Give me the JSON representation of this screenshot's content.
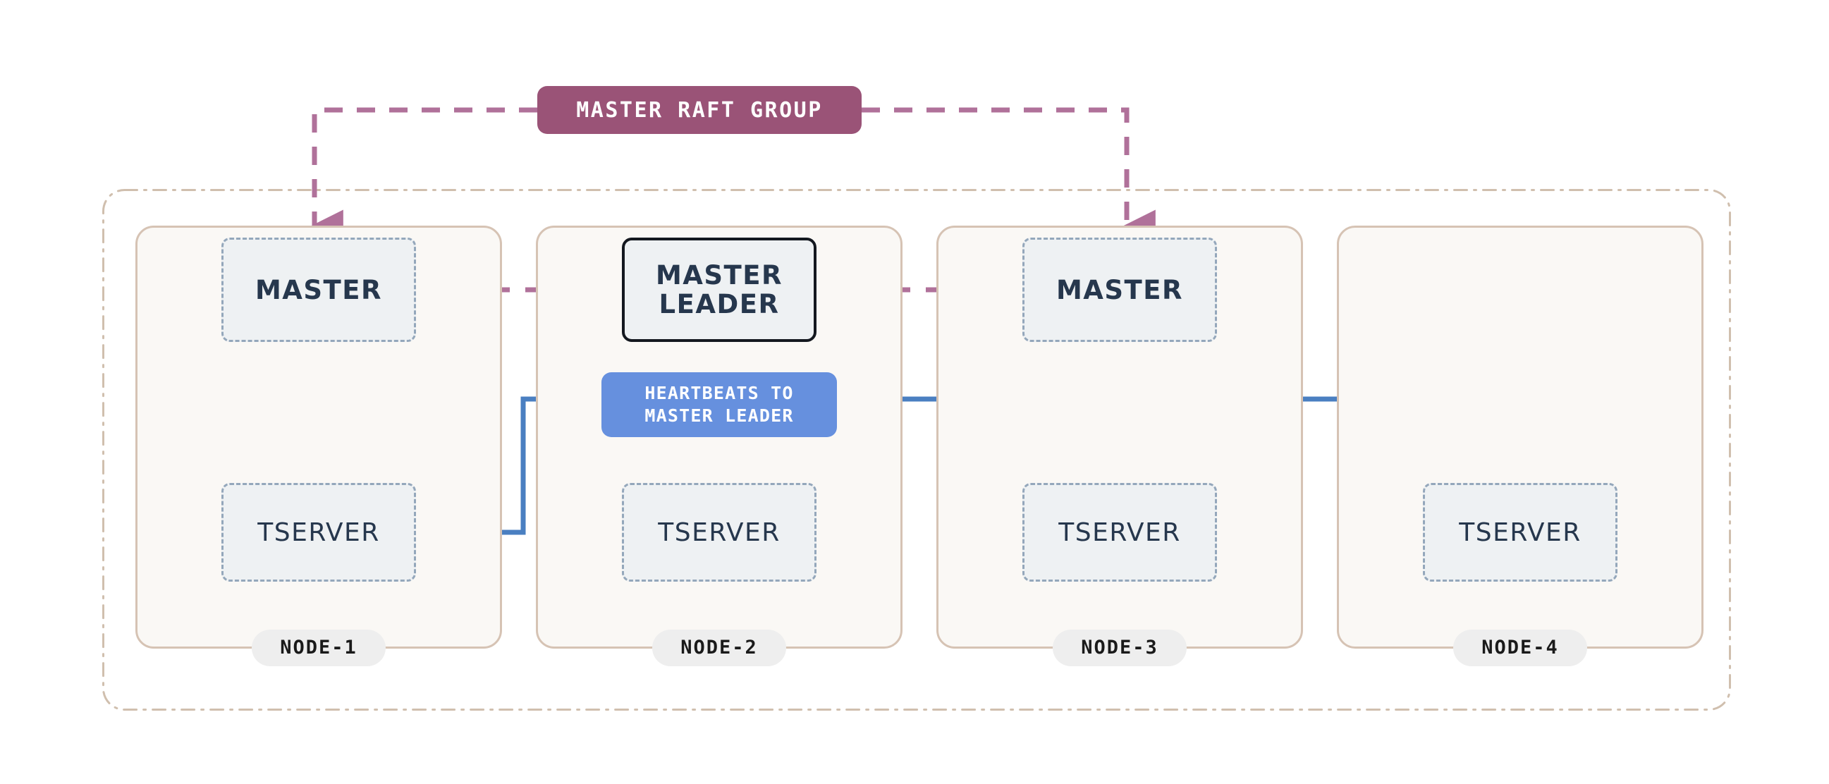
{
  "diagram": {
    "title_pill": "MASTER RAFT GROUP",
    "heartbeat_pill_line1": "HEARTBEATS TO",
    "heartbeat_pill_line2": "MASTER LEADER",
    "colors": {
      "background": "#ffffff",
      "cluster_border": "#d0bfae",
      "node_border": "#d6c3b4",
      "node_fill": "#faf8f5",
      "component_border": "#94a7bb",
      "component_fill": "#eef1f3",
      "component_text": "#26374d",
      "leader_border": "#14181f",
      "raft_accent": "#9a5377",
      "raft_arrow": "#b0719a",
      "heartbeat_accent": "#6690de",
      "heartbeat_line": "#4a7fc1",
      "node_label_pill": "#eeeeee",
      "node_label_text": "#1a1a1a"
    }
  },
  "nodes": [
    {
      "id": "node-1",
      "label": "NODE-1",
      "master": {
        "label": "MASTER",
        "variant": "follower"
      },
      "tserver": {
        "label": "TSERVER"
      }
    },
    {
      "id": "node-2",
      "label": "NODE-2",
      "master": {
        "label_line1": "MASTER",
        "label_line2": "LEADER",
        "variant": "leader"
      },
      "tserver": {
        "label": "TSERVER"
      }
    },
    {
      "id": "node-3",
      "label": "NODE-3",
      "master": {
        "label": "MASTER",
        "variant": "follower"
      },
      "tserver": {
        "label": "TSERVER"
      }
    },
    {
      "id": "node-4",
      "label": "NODE-4",
      "master": null,
      "tserver": {
        "label": "TSERVER"
      }
    }
  ],
  "connections": {
    "raft_group_members": [
      "MASTER",
      "MASTER LEADER",
      "MASTER"
    ],
    "heartbeat_sources": [
      "TSERVER",
      "TSERVER",
      "TSERVER",
      "TSERVER"
    ],
    "heartbeat_target": "MASTER LEADER"
  }
}
